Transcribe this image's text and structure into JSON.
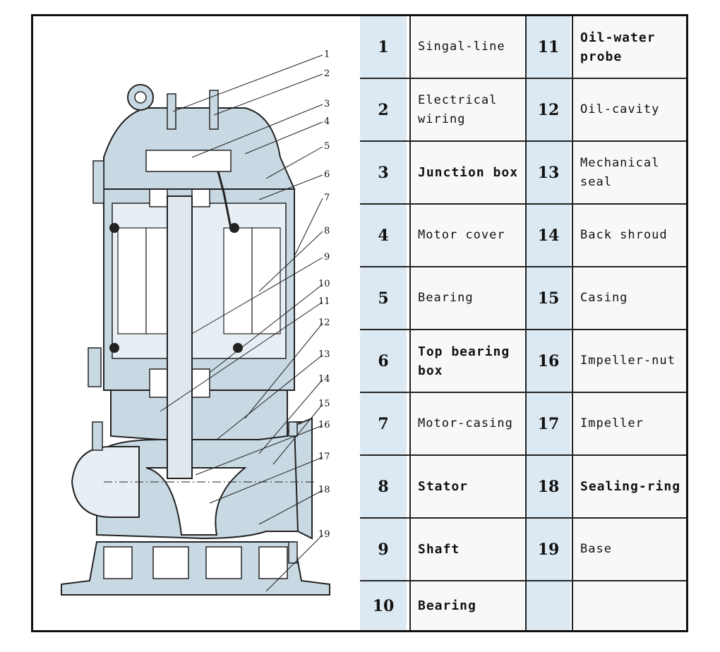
{
  "callout_numbers": [
    "1",
    "2",
    "3",
    "4",
    "5",
    "6",
    "7",
    "8",
    "9",
    "10",
    "11",
    "12",
    "13",
    "14",
    "15",
    "16",
    "17",
    "18",
    "19"
  ],
  "parts": [
    {
      "no": "1",
      "name": "Singal-line",
      "bold": false
    },
    {
      "no": "2",
      "name": "Electrical wiring",
      "bold": false
    },
    {
      "no": "3",
      "name": "Junction box",
      "bold": true
    },
    {
      "no": "4",
      "name": "Motor cover",
      "bold": false
    },
    {
      "no": "5",
      "name": "Bearing",
      "bold": false
    },
    {
      "no": "6",
      "name": "Top bearing box",
      "bold": true
    },
    {
      "no": "7",
      "name": "Motor-casing",
      "bold": false
    },
    {
      "no": "8",
      "name": "Stator",
      "bold": true
    },
    {
      "no": "9",
      "name": "Shaft",
      "bold": true
    },
    {
      "no": "10",
      "name": "Bearing",
      "bold": true
    },
    {
      "no": "11",
      "name": "Oil-water probe",
      "bold": true
    },
    {
      "no": "12",
      "name": "Oil-cavity",
      "bold": false
    },
    {
      "no": "13",
      "name": "Mechanical seal",
      "bold": false
    },
    {
      "no": "14",
      "name": "Back shroud",
      "bold": false
    },
    {
      "no": "15",
      "name": "Casing",
      "bold": false
    },
    {
      "no": "16",
      "name": "Impeller-nut",
      "bold": false
    },
    {
      "no": "17",
      "name": "Impeller",
      "bold": false
    },
    {
      "no": "18",
      "name": "Sealing-ring",
      "bold": true
    },
    {
      "no": "19",
      "name": "Base",
      "bold": false
    }
  ],
  "colors": {
    "pump_fill": "#c9d9e4",
    "cell_num_bg": "#dde9f2",
    "line": "#222222"
  }
}
